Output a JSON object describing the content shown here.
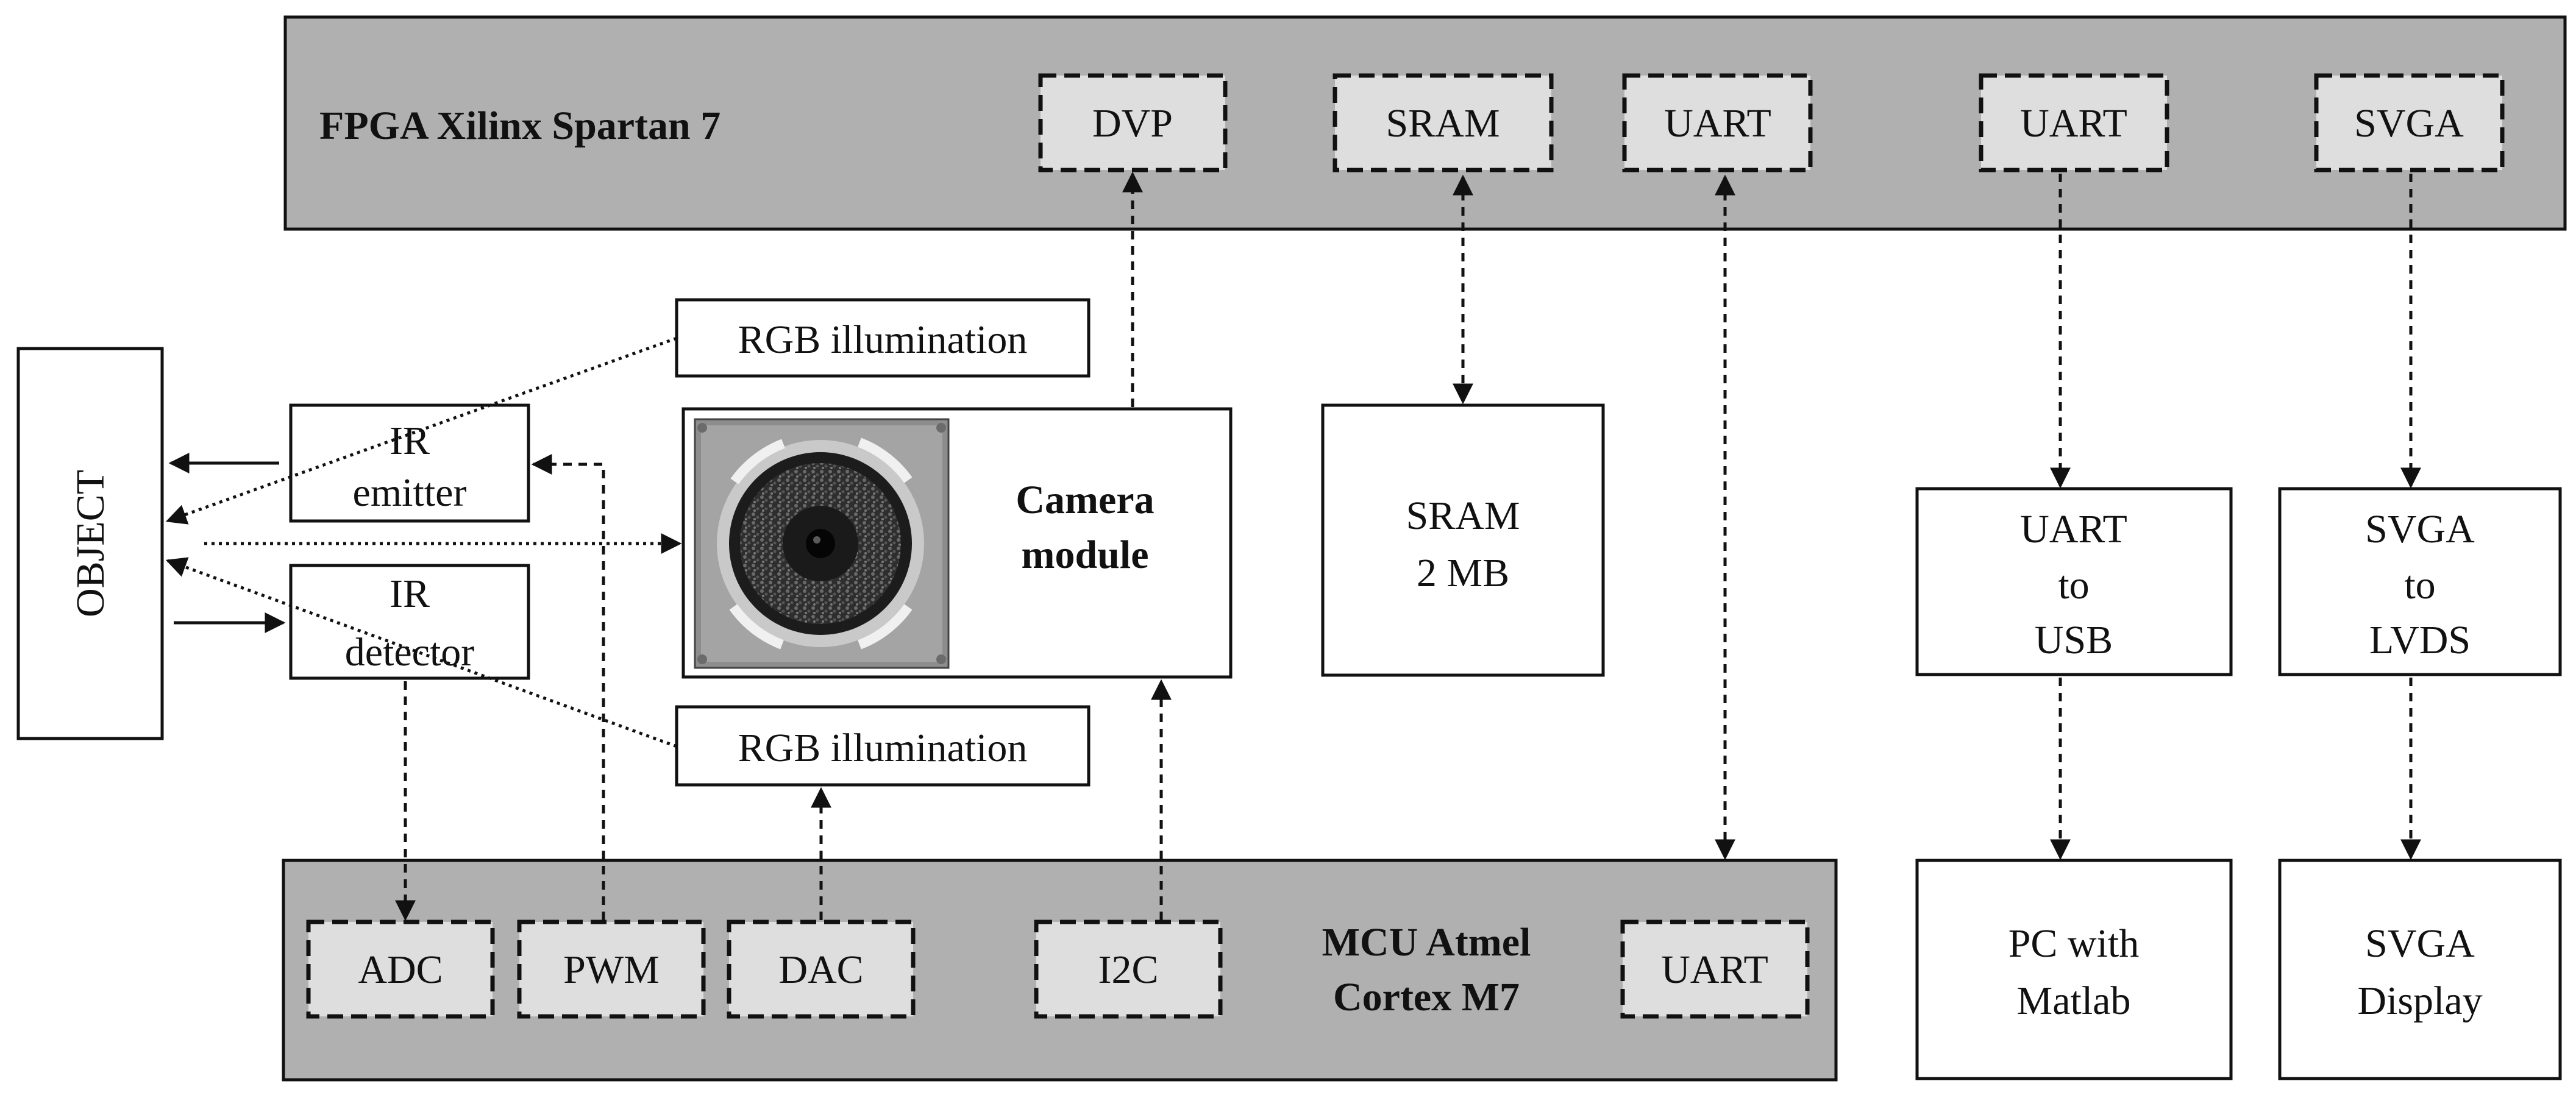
{
  "fpga": {
    "title": "FPGA Xilinx Spartan 7",
    "ports": [
      "DVP",
      "SRAM",
      "UART",
      "UART",
      "SVGA"
    ]
  },
  "mcu": {
    "title_line1": "MCU Atmel",
    "title_line2": "Cortex M7",
    "ports": [
      "ADC",
      "PWM",
      "DAC",
      "I2C",
      "UART"
    ]
  },
  "object": {
    "label": "OBJECT"
  },
  "ir_emitter": {
    "line1": "IR",
    "line2": "emitter"
  },
  "ir_detector": {
    "line1": "IR",
    "line2": "detector"
  },
  "rgb_top": {
    "label": "RGB illumination"
  },
  "rgb_bottom": {
    "label": "RGB illumination"
  },
  "camera": {
    "line1": "Camera",
    "line2": "module"
  },
  "sram_chip": {
    "line1": "SRAM",
    "line2": "2 MB"
  },
  "uart_usb": {
    "line1": "UART",
    "line2": "to",
    "line3": "USB"
  },
  "svga_lvds": {
    "line1": "SVGA",
    "line2": "to",
    "line3": "LVDS"
  },
  "pc": {
    "line1": "PC with",
    "line2": "Matlab"
  },
  "display": {
    "line1": "SVGA",
    "line2": "Display"
  }
}
